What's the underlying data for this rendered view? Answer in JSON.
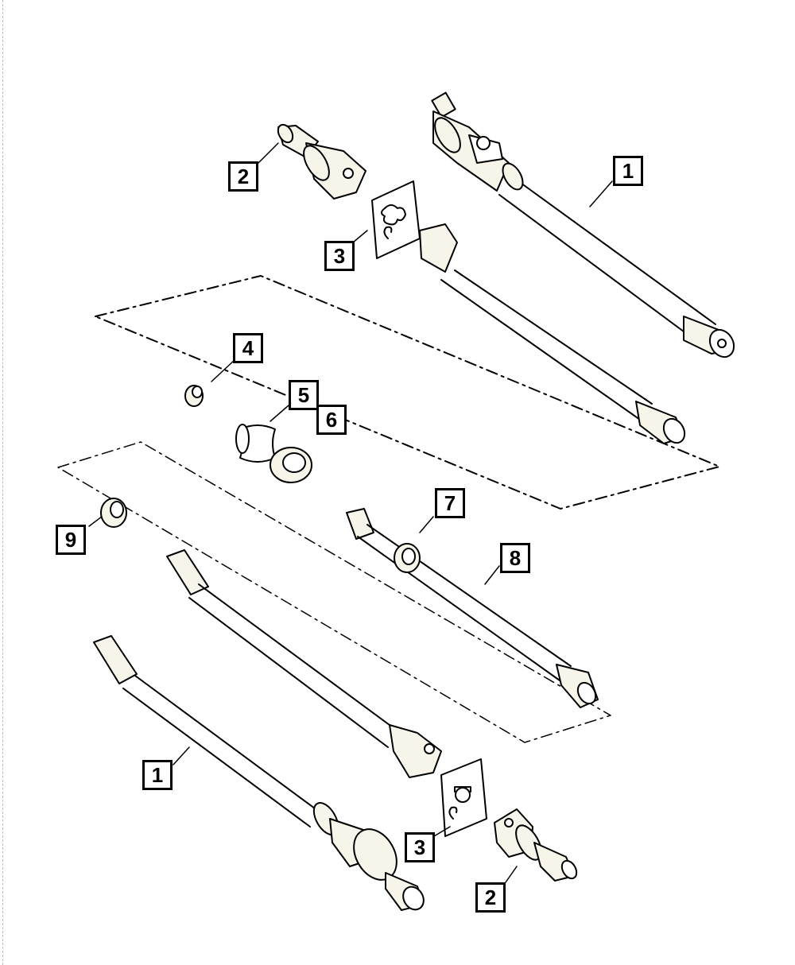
{
  "diagram": {
    "callouts": [
      {
        "id": "c1-top",
        "label": "1"
      },
      {
        "id": "c2-top",
        "label": "2"
      },
      {
        "id": "c3-top",
        "label": "3"
      },
      {
        "id": "c4",
        "label": "4"
      },
      {
        "id": "c5",
        "label": "5"
      },
      {
        "id": "c6",
        "label": "6"
      },
      {
        "id": "c7",
        "label": "7"
      },
      {
        "id": "c8",
        "label": "8"
      },
      {
        "id": "c9",
        "label": "9"
      },
      {
        "id": "c1-bottom",
        "label": "1"
      },
      {
        "id": "c3-bottom",
        "label": "3"
      },
      {
        "id": "c2-bottom",
        "label": "2"
      }
    ],
    "colors": {
      "line": "#000000",
      "background": "#ffffff",
      "part_fill": "#f7f4ea"
    }
  }
}
